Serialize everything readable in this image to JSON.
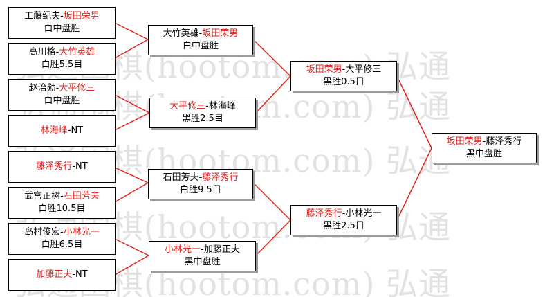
{
  "watermark": {
    "text": "弘通围棋(hootom.com) 弘通",
    "color": "#e2e2e2"
  },
  "colors": {
    "winner": "#e0201c",
    "line": "#e0201c",
    "border": "#000000",
    "text": "#000000"
  },
  "round1": [
    {
      "p1": "工藤纪夫",
      "sep": "-",
      "p2": "坂田荣男",
      "winner": "p2",
      "result": "白中盘胜"
    },
    {
      "p1": "高川格",
      "sep": "-",
      "p2": "大竹英雄",
      "winner": "p2",
      "result": "白胜5.5目"
    },
    {
      "p1": "赵治勋",
      "sep": "-",
      "p2": "大平修三",
      "winner": "p2",
      "result": "白中盘胜"
    },
    {
      "p1": "林海峰",
      "sep": "-",
      "p2": "NT",
      "winner": "p1",
      "result": ""
    },
    {
      "p1": "藤泽秀行",
      "sep": "-",
      "p2": "NT",
      "winner": "p1",
      "result": ""
    },
    {
      "p1": "武宫正树",
      "sep": "-",
      "p2": "石田芳夫",
      "winner": "p2",
      "result": "白胜10.5目"
    },
    {
      "p1": "岛村俊宏",
      "sep": "-",
      "p2": "小林光一",
      "winner": "p2",
      "result": "白胜6.5目"
    },
    {
      "p1": "加藤正夫",
      "sep": "-",
      "p2": "NT",
      "winner": "p1",
      "result": ""
    }
  ],
  "round2": [
    {
      "p1": "大竹英雄",
      "sep": "-",
      "p2": "坂田荣男",
      "winner": "p2",
      "result": "白中盘胜"
    },
    {
      "p1": "大平修三",
      "sep": "-",
      "p2": "林海峰",
      "winner": "p1",
      "result": "黑胜2.5目"
    },
    {
      "p1": "石田芳夫",
      "sep": "-",
      "p2": "藤泽秀行",
      "winner": "p2",
      "result": "白胜9.5目"
    },
    {
      "p1": "小林光一",
      "sep": "-",
      "p2": "加藤正夫",
      "winner": "p1",
      "result": "黑中盘胜"
    }
  ],
  "semifinal": [
    {
      "p1": "坂田荣男",
      "sep": "-",
      "p2": "大平修三",
      "winner": "p1",
      "result": "黑胜0.5目"
    },
    {
      "p1": "藤泽秀行",
      "sep": "-",
      "p2": "小林光一",
      "winner": "p1",
      "result": "黑胜2.5目"
    }
  ],
  "final": [
    {
      "p1": "坂田荣男",
      "sep": "-",
      "p2": "藤泽秀行",
      "winner": "p1",
      "result": "黑中盘胜"
    }
  ]
}
